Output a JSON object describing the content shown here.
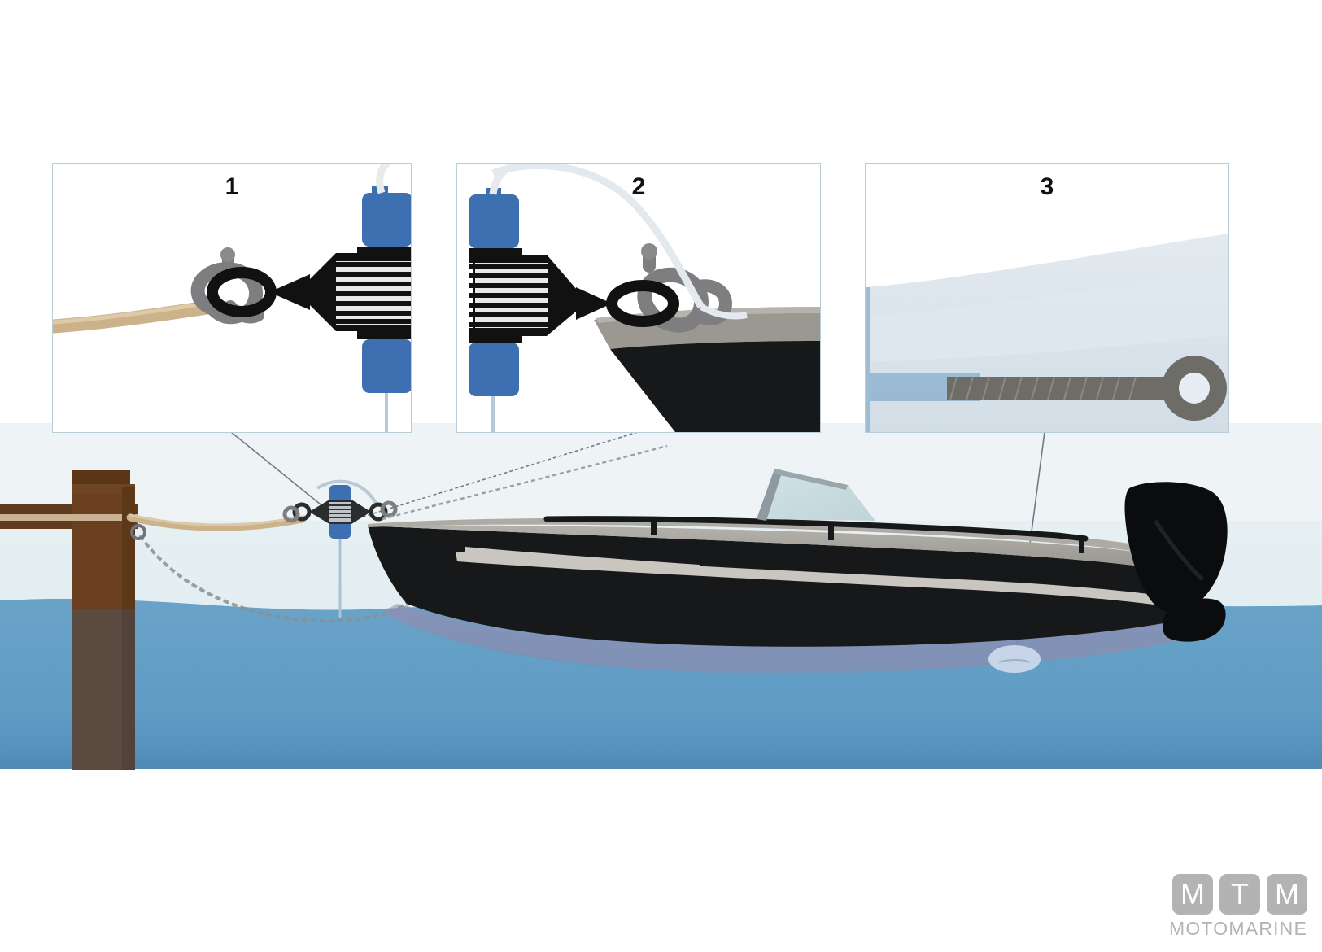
{
  "illustration": {
    "title": "Mooring compensator installation diagram",
    "subject": "boat-mooring-shock-absorber"
  },
  "panels": [
    {
      "number": "1",
      "name": "panel-rope-to-compensator",
      "description": "Mooring rope shackled to the mooring compensator spring body",
      "elements": [
        "mooring-rope",
        "grey-shackle",
        "black-thimble-eye",
        "black-coil-spring",
        "blue-end-cap-top",
        "blue-end-cap-bottom",
        "white-lanyard"
      ]
    },
    {
      "number": "2",
      "name": "panel-compensator-to-bow-eye",
      "description": "Compensator hooked to the bow eye of the boat",
      "elements": [
        "black-coil-spring",
        "blue-end-cap-top",
        "blue-end-cap-bottom",
        "black-thimble-eye",
        "grey-bow-shackle",
        "white-lanyard",
        "boat-bow"
      ]
    },
    {
      "number": "3",
      "name": "panel-underwater-eye-bolt",
      "description": "Threaded eye bolt seen underwater beneath the hull",
      "elements": [
        "hull-underside",
        "waterline",
        "threaded-eye-bolt"
      ]
    }
  ],
  "scene": {
    "name": "dock-and-boat-scene",
    "items": [
      {
        "name": "sky",
        "label": "Sky"
      },
      {
        "name": "water",
        "label": "Water"
      },
      {
        "name": "dock-plank",
        "label": "Dock plank"
      },
      {
        "name": "dock-piling",
        "label": "Dock piling"
      },
      {
        "name": "mooring-rope",
        "label": "Mooring rope"
      },
      {
        "name": "safety-chain",
        "label": "Safety chain"
      },
      {
        "name": "mooring-compensator",
        "label": "Mooring compensator"
      },
      {
        "name": "boat-hull",
        "label": "Boat hull"
      },
      {
        "name": "windshield",
        "label": "Windshield"
      },
      {
        "name": "bow-rail",
        "label": "Bow rail"
      },
      {
        "name": "outboard-motor",
        "label": "Outboard motor"
      },
      {
        "name": "float-buoy",
        "label": "Float buoy"
      },
      {
        "name": "leader-line-1",
        "label": "Callout leader 1"
      },
      {
        "name": "leader-line-2",
        "label": "Callout leader 2"
      },
      {
        "name": "leader-line-3",
        "label": "Callout leader 3"
      }
    ]
  },
  "logo": {
    "tiles": [
      "M",
      "T",
      "M"
    ],
    "wordmark": "MOTOMARINE"
  },
  "colors": {
    "sky_top": "#ffffff",
    "sky_bottom": "#dfeaef",
    "water": "#5e9bc4",
    "water_deep": "#4f8cb6",
    "piling": "#5f3a1e",
    "piling_submerged": "#5a4a40",
    "rope": "#cbb28a",
    "hull_dark": "#17181a",
    "hull_deck": "#9b9892",
    "hull_stripe": "#c9c6c0",
    "spring_black": "#111111",
    "cap_blue": "#3e6fb0",
    "shackle_grey": "#7e7e80",
    "logo_grey": "#b3b3b3",
    "panel_border": "#b9cdd6"
  }
}
